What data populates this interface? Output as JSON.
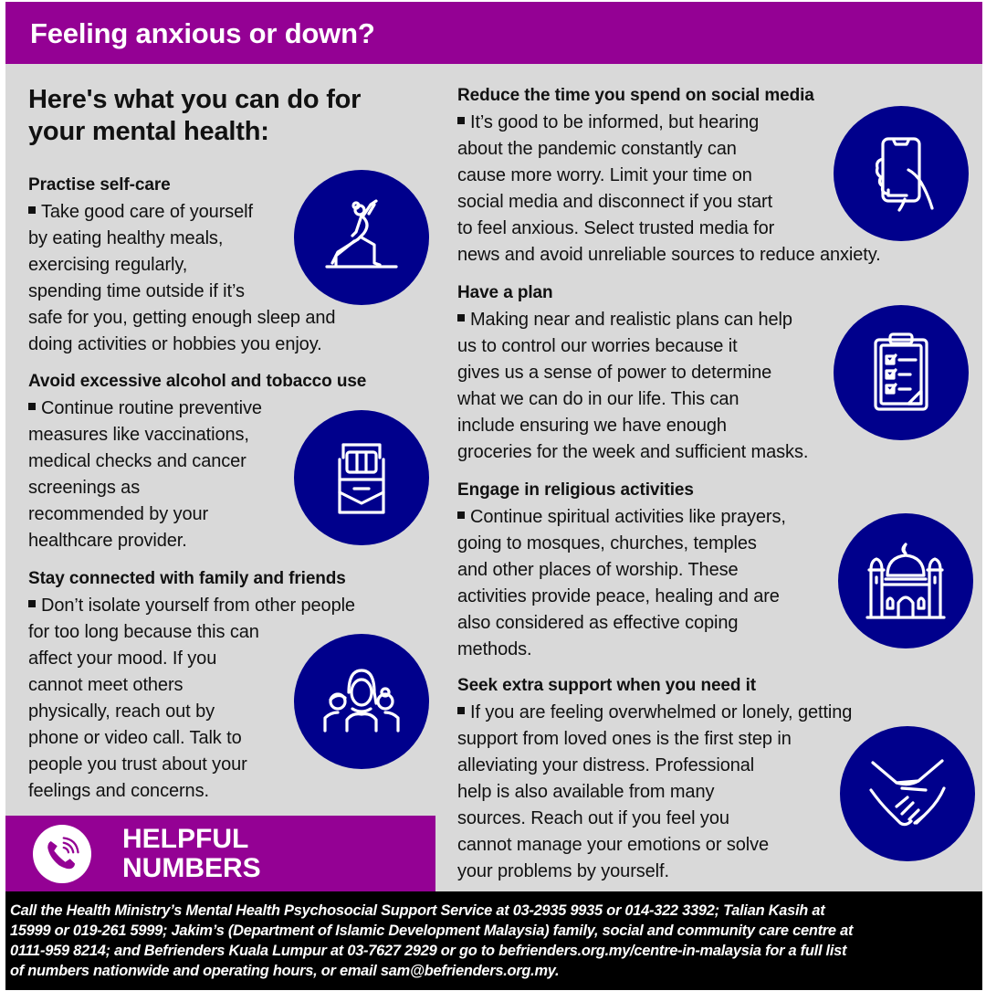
{
  "header": {
    "title": "Feeling anxious or down?"
  },
  "intro": {
    "line1": "Here's what you can do for",
    "line2": "your mental health:"
  },
  "colors": {
    "purple": "#940194",
    "navy": "#00008c",
    "panel": "#d9d9d9",
    "footer": "#000000"
  },
  "sections": [
    {
      "title": "Practise self-care",
      "icon": "yoga-pose-icon",
      "lines": [
        "Take good care of yourself",
        "by eating healthy meals,",
        "exercising regularly,",
        "spending time outside if it’s",
        "safe for you, getting enough sleep and",
        "doing activities or hobbies you enjoy."
      ]
    },
    {
      "title": "Avoid excessive alcohol and tobacco use",
      "icon": "cigarette-pack-icon",
      "lines": [
        "Continue routine preventive",
        "measures like vaccinations,",
        "medical checks and cancer",
        "screenings as",
        "recommended by your",
        "healthcare provider."
      ]
    },
    {
      "title": "Stay connected with family and friends",
      "icon": "family-group-icon",
      "lines": [
        "Don’t isolate yourself from other people",
        "for too long because this can",
        "affect your mood. If you",
        "cannot meet others",
        "physically, reach out by",
        "phone or video call. Talk to",
        "people you trust about your",
        "feelings and concerns."
      ]
    },
    {
      "title": "Reduce the time you spend on social media",
      "icon": "smartphone-in-hand-icon",
      "lines": [
        "It’s good to be informed, but hearing",
        "about the pandemic constantly can",
        "cause more worry. Limit your time on",
        "social media and disconnect if you start",
        "to feel anxious. Select trusted media for",
        "news and avoid unreliable sources to reduce anxiety."
      ]
    },
    {
      "title": "Have a plan",
      "icon": "clipboard-checklist-icon",
      "lines": [
        "Making near and realistic plans can help",
        "us to control our worries because it",
        "gives us a sense of power to determine",
        "what we can do in our life. This can",
        "include ensuring we have enough",
        "groceries for the week and sufficient masks."
      ]
    },
    {
      "title": "Engage in religious activities",
      "icon": "mosque-icon",
      "lines": [
        "Continue spiritual activities like prayers,",
        "going to mosques, churches, temples",
        "and other places of worship. These",
        "activities provide peace, healing and are",
        "also considered as effective coping",
        "methods."
      ]
    },
    {
      "title": "Seek extra support when you need it",
      "icon": "handshake-icon",
      "lines": [
        "If you are feeling overwhelmed or lonely, getting",
        "support from loved ones is the first step in",
        "alleviating your distress. Professional",
        "help is also available from many",
        "sources. Reach out if you feel you",
        "cannot manage your emotions or solve",
        "your problems by yourself."
      ]
    }
  ],
  "helpful": {
    "line1": "HELPFUL",
    "line2": "NUMBERS",
    "icon": "phone-call-icon"
  },
  "footer": {
    "lines": [
      "Call the Health Ministry’s Mental Health Psychosocial Support Service at 03-2935 9935 or 014-322 3392; Talian Kasih at",
      "15999 or 019-261 5999; Jakim’s (Department of Islamic Development Malaysia) family, social and community care centre at",
      "0111-959 8214; and Befrienders Kuala Lumpur at 03-7627 2929 or go to befrienders.org.my/centre-in-malaysia for a full list",
      "of numbers nationwide and operating hours, or email sam@befrienders.org.my."
    ]
  }
}
